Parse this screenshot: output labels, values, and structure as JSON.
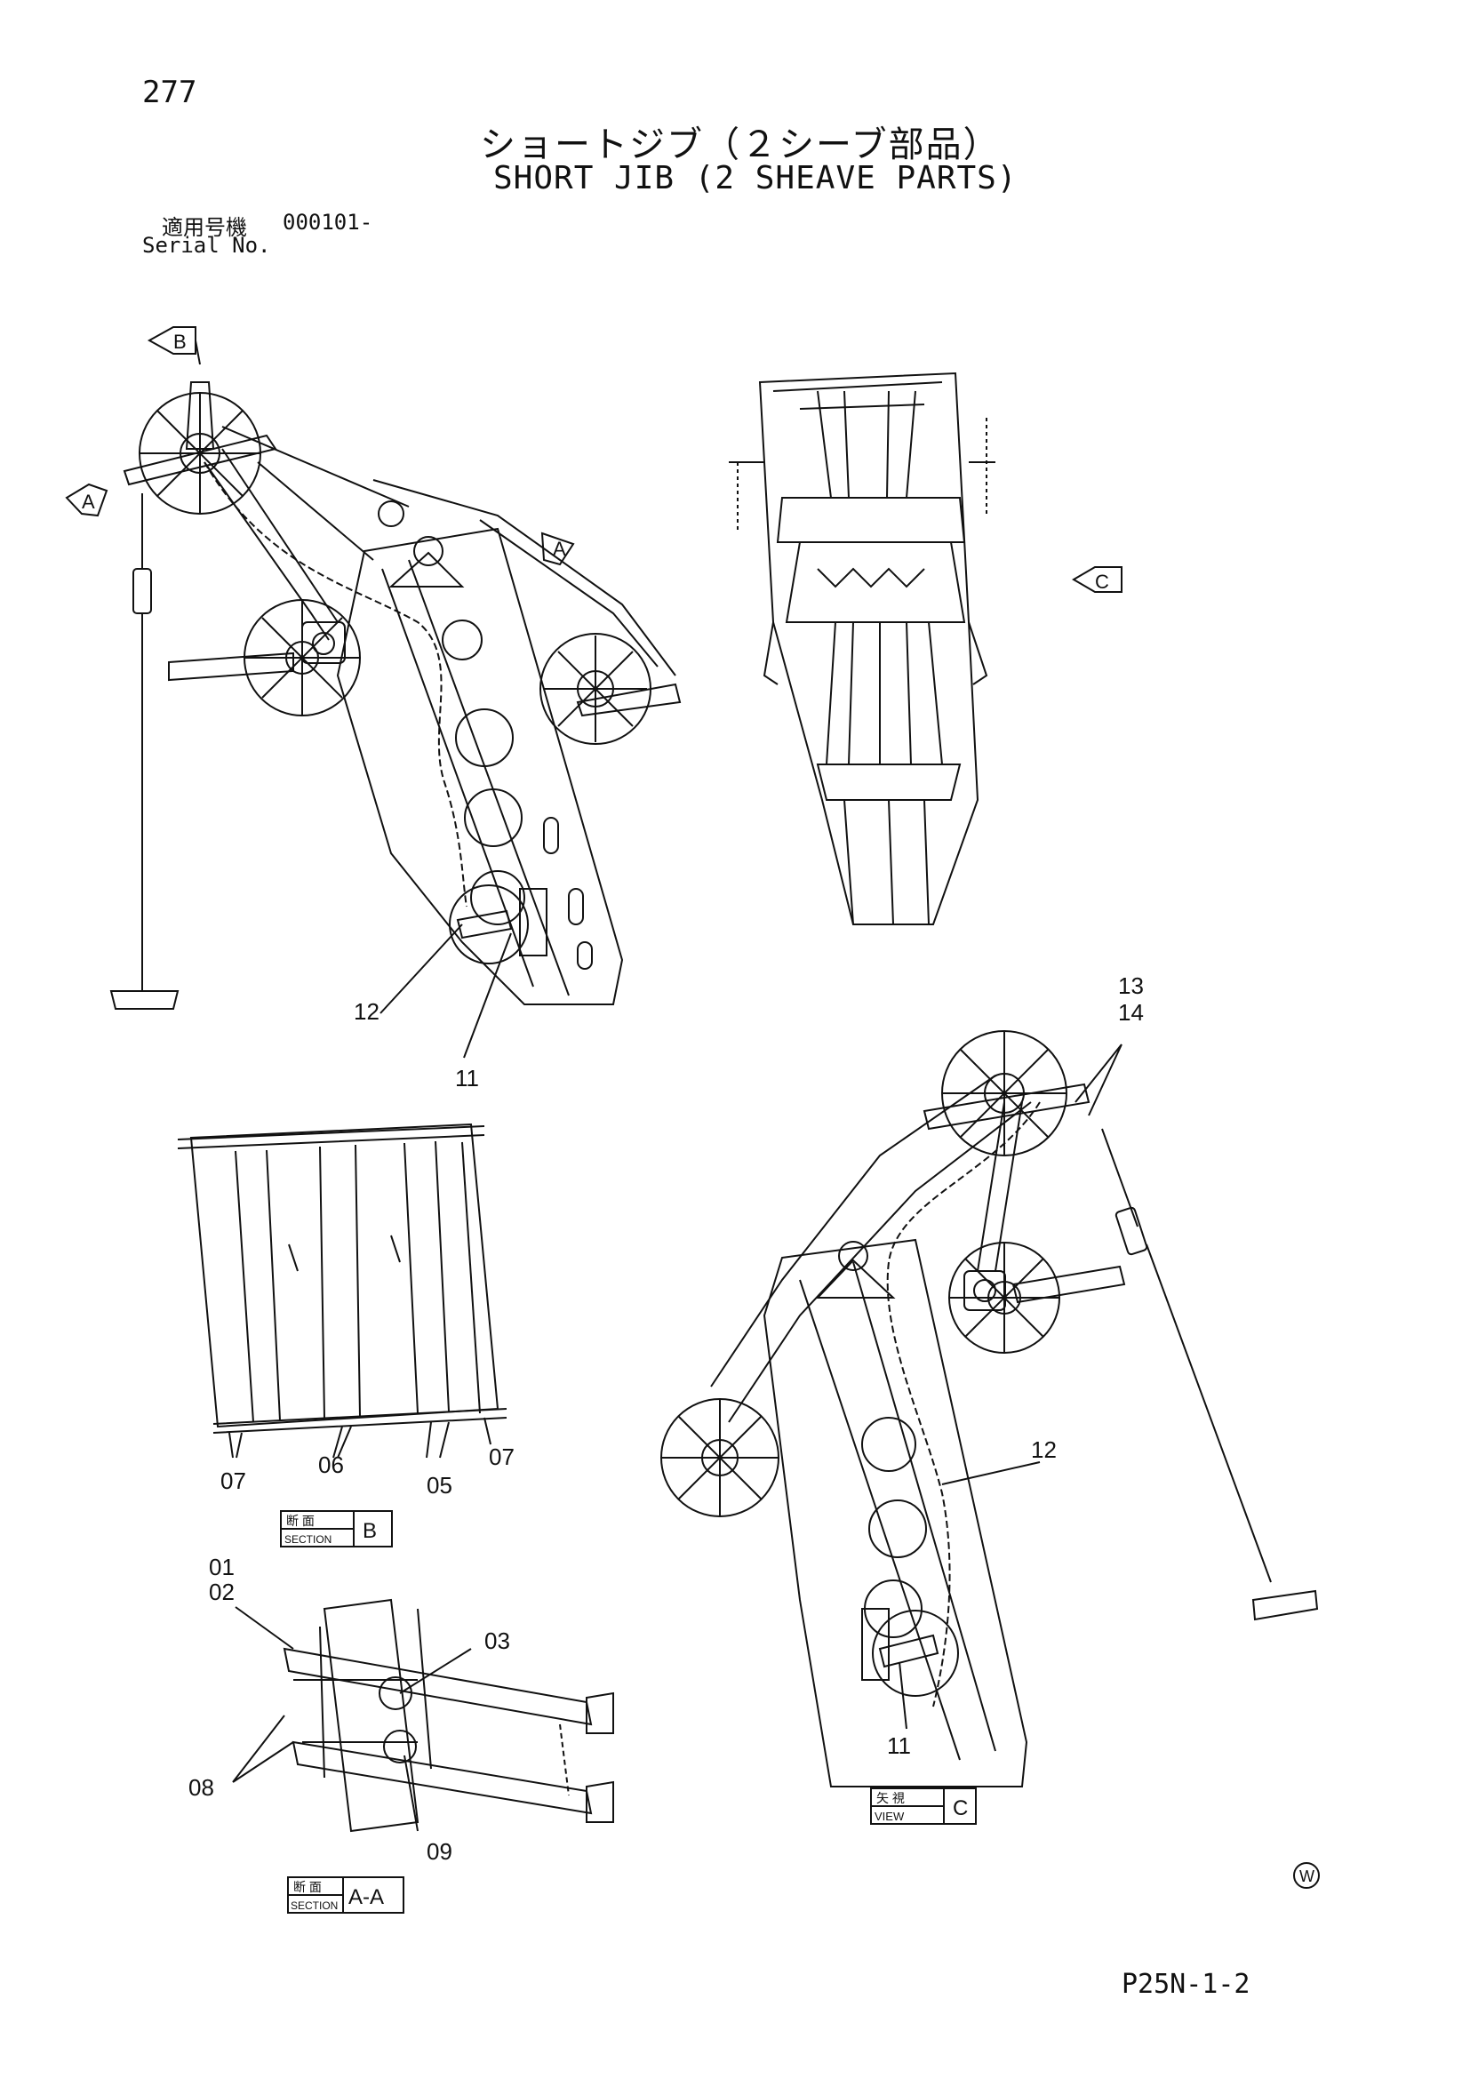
{
  "page": {
    "number": "277",
    "code": "P25N-1-2"
  },
  "title": {
    "japanese": "ショートジブ（２シーブ部品）",
    "english": "SHORT JIB (2 SHEAVE PARTS)"
  },
  "serial": {
    "label_ja": "適用号機",
    "label_en": "Serial No.",
    "value": "000101-"
  },
  "view_markers": {
    "a_left": "A",
    "a_right": "A",
    "b": "B",
    "c": "C"
  },
  "callouts": {
    "left": {
      "c12": "12",
      "c11": "11"
    },
    "right": {
      "c13": "13",
      "c14": "14",
      "c12": "12",
      "c11": "11"
    },
    "section_b": {
      "c07a": "07",
      "c06": "06",
      "c05": "05",
      "c07b": "07"
    },
    "section_aa": {
      "c01": "01",
      "c02": "02",
      "c03": "03",
      "c08": "08",
      "c09": "09"
    }
  },
  "section_boxes": {
    "b": {
      "top": "断 面",
      "bottom": "SECTION",
      "letter": "B"
    },
    "aa": {
      "top": "断 面",
      "bottom": "SECTION",
      "letter": "A-A"
    },
    "c": {
      "top": "矢 視",
      "bottom": "VIEW",
      "letter": "C"
    }
  },
  "symbol": {
    "circled": "W"
  }
}
